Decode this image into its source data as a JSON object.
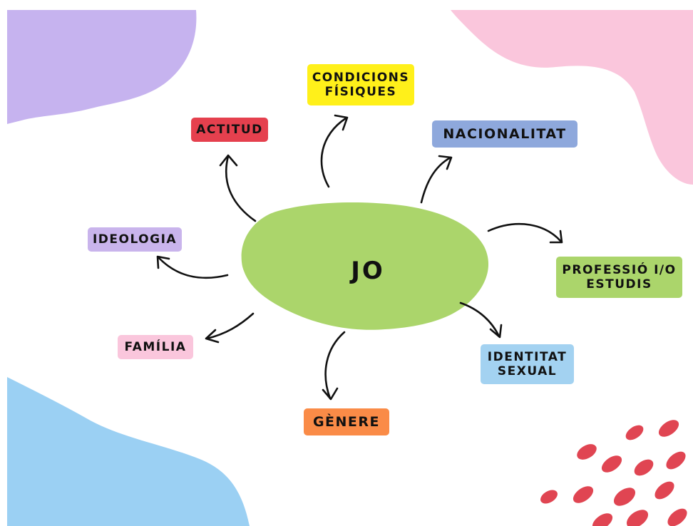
{
  "diagram": {
    "center": {
      "label": "JO",
      "color": "#abd56b"
    },
    "nodes": [
      {
        "id": "condicions",
        "label": "CONDICIONS\nFÍSIQUES",
        "color": "#fff01a"
      },
      {
        "id": "actitud",
        "label": "ACTITUD",
        "color": "#e5404e"
      },
      {
        "id": "nacionalitat",
        "label": "NACIONALITAT",
        "color": "#8ea8dc"
      },
      {
        "id": "ideologia",
        "label": "IDEOLOGIA",
        "color": "#c9b4ec"
      },
      {
        "id": "professio",
        "label": "PROFESSIÓ I/O\nESTUDIS",
        "color": "#abd56b"
      },
      {
        "id": "familia",
        "label": "FAMÍLIA",
        "color": "#fac6dc"
      },
      {
        "id": "identitat",
        "label": "IDENTITAT\nSEXUAL",
        "color": "#a3d2f1"
      },
      {
        "id": "genere",
        "label": "GÈNERE",
        "color": "#fa8b47"
      }
    ],
    "decor_colors": {
      "purple": "#c6b3ef",
      "pink": "#fac6dc",
      "blue": "#9bd0f3",
      "red": "#e04552"
    }
  }
}
